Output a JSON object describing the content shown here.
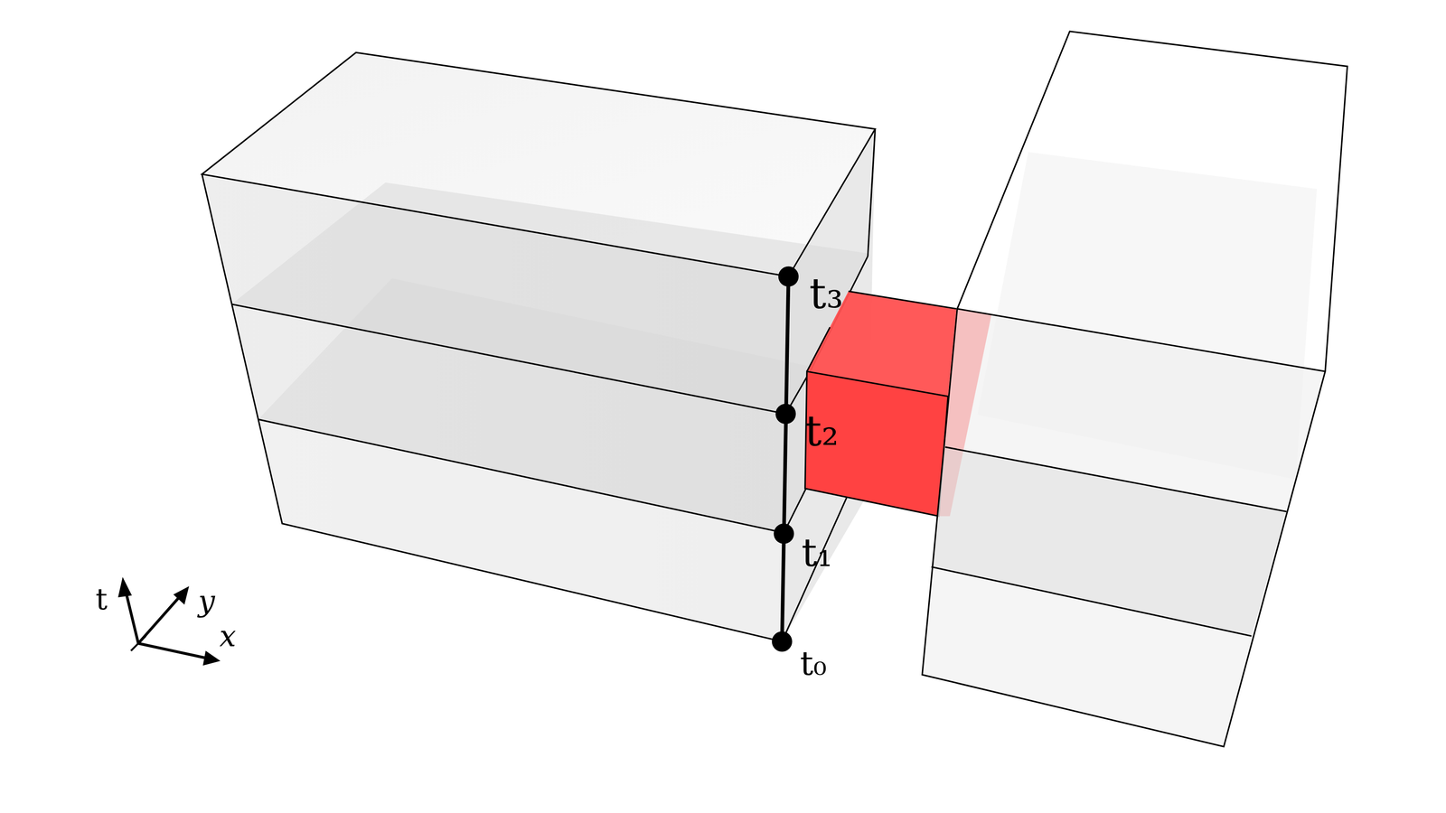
{
  "diagram": {
    "labels": [
      "t₃",
      "t₂",
      "t₁",
      "t₀",
      "t",
      "y",
      "x"
    ]
  }
}
